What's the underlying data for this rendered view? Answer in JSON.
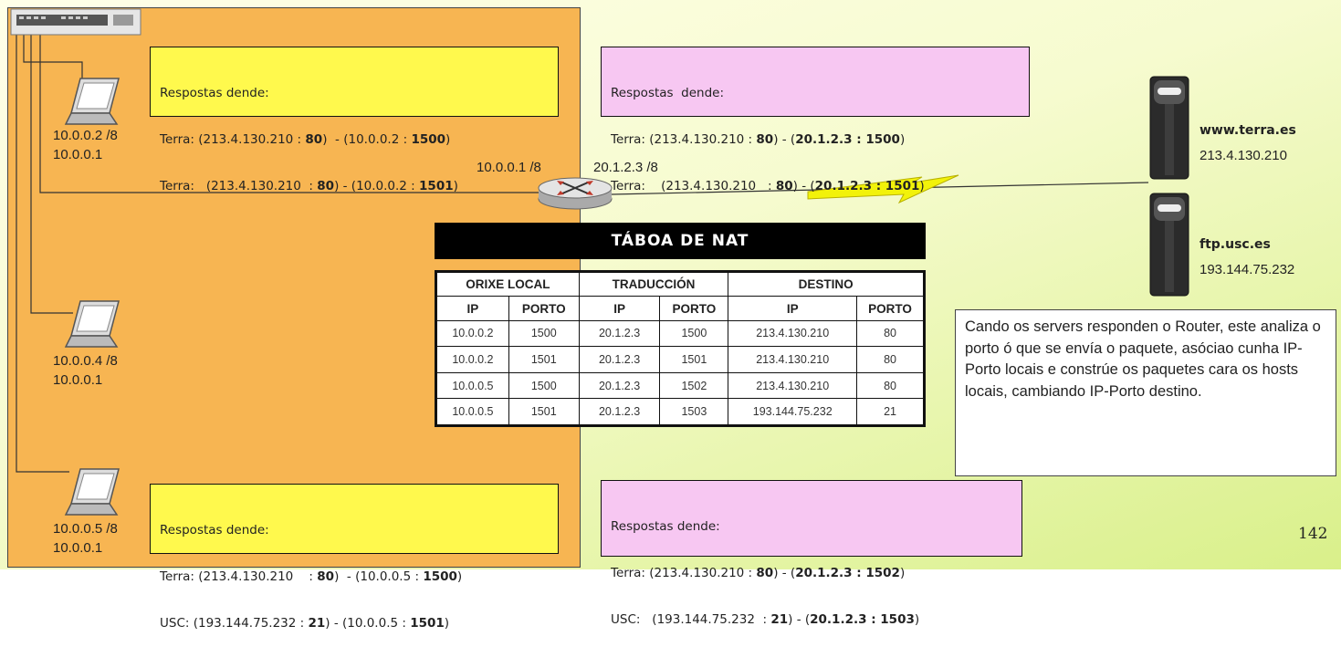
{
  "lan_hosts": [
    {
      "ip": "10.0.0.2 /8",
      "gateway": "10.0.0.1"
    },
    {
      "ip": "10.0.0.4 /8",
      "gateway": "10.0.0.1"
    },
    {
      "ip": "10.0.0.5 /8",
      "gateway": "10.0.0.1"
    }
  ],
  "router": {
    "inside_ip": "10.0.0.1 /8",
    "outside_ip": "20.1.2.3 /8"
  },
  "servers": [
    {
      "name": "www.terra.es",
      "ip": "213.4.130.210"
    },
    {
      "name": "ftp.usc.es",
      "ip": "193.144.75.232"
    }
  ],
  "callouts": {
    "top_left": {
      "header": "Respostas dende:",
      "lines": [
        {
          "pre": "Terra: (213.4.130.210 : ",
          "b1": "80",
          "mid": ")  - (10.0.0.2 : ",
          "b2": "1500",
          "post": ")"
        },
        {
          "pre": "Terra:   (213.4.130.210  : ",
          "b1": "80",
          "mid": ") - (10.0.0.2 : ",
          "b2": "1501",
          "post": ")"
        }
      ]
    },
    "top_right": {
      "header": "Respostas  dende:",
      "lines": [
        {
          "pre": "Terra: (213.4.130.210 : ",
          "b1": "80",
          "mid": ") - (",
          "b2": "20.1.2.3 : 1500",
          "post": ")"
        },
        {
          "pre": "Terra:    (213.4.130.210   : ",
          "b1": "80",
          "mid": ") - (",
          "b2": "20.1.2.3 : 1501",
          "post": ")"
        }
      ]
    },
    "bottom_left": {
      "header": "Respostas dende:",
      "lines": [
        {
          "pre": "Terra: (213.4.130.210    : ",
          "b1": "80",
          "mid": ")  - (10.0.0.5 : ",
          "b2": "1500",
          "post": ")"
        },
        {
          "pre": "USC: (193.144.75.232 : ",
          "b1": "21",
          "mid": ") - (10.0.0.5 : ",
          "b2": "1501",
          "post": ")"
        }
      ]
    },
    "bottom_right": {
      "header": "Respostas dende:",
      "lines": [
        {
          "pre": "Terra: (213.4.130.210 : ",
          "b1": "80",
          "mid": ") - (",
          "b2": "20.1.2.3 : 1502",
          "post": ")"
        },
        {
          "pre": "USC:   (193.144.75.232  : ",
          "b1": "21",
          "mid": ") - (",
          "b2": "20.1.2.3 : 1503",
          "post": ")"
        }
      ]
    }
  },
  "nat_table": {
    "title": "TÁBOA DE NAT",
    "groups": [
      "ORIXE LOCAL",
      "TRADUCCIÓN",
      "DESTINO"
    ],
    "columns": [
      "IP",
      "PORTO",
      "IP",
      "PORTO",
      "IP",
      "PORTO"
    ],
    "rows": [
      [
        "10.0.0.2",
        "1500",
        "20.1.2.3",
        "1500",
        "213.4.130.210",
        "80"
      ],
      [
        "10.0.0.2",
        "1501",
        "20.1.2.3",
        "1501",
        "213.4.130.210",
        "80"
      ],
      [
        "10.0.0.5",
        "1500",
        "20.1.2.3",
        "1502",
        "213.4.130.210",
        "80"
      ],
      [
        "10.0.0.5",
        "1501",
        "20.1.2.3",
        "1503",
        "193.144.75.232",
        "21"
      ]
    ]
  },
  "explanation": "Cando os servers responden o Router, este analiza o porto ó que se envía o paquete, asóciao cunha IP-Porto locais e constrúe os paquetes cara os hosts locais, cambiando IP-Porto destino.",
  "page_number": "142",
  "colors": {
    "lan_zone": "#f7b552",
    "callout_yellow": "#fff94d",
    "callout_pink": "#f7c7f2",
    "lightning": "#f2f20a"
  }
}
